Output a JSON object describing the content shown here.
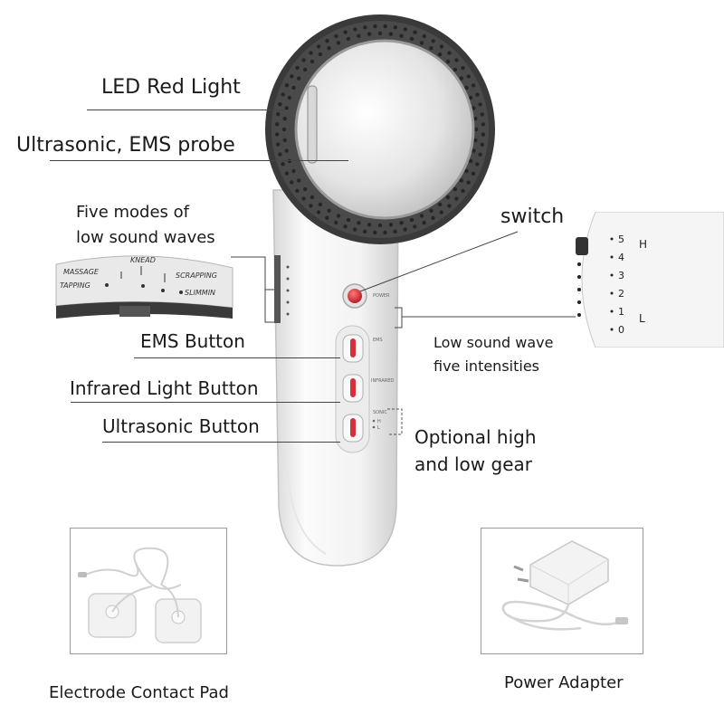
{
  "labels": {
    "led": "LED Red Light",
    "probe": "Ultrasonic, EMS probe",
    "modes_line1": "Five modes of",
    "modes_line2": "low sound waves",
    "switch": "switch",
    "ems_button": "EMS Button",
    "infrared_button": "Infrared Light Button",
    "ultrasonic_button": "Ultrasonic Button",
    "intensity_line1": "Low sound wave",
    "intensity_line2": "five intensities",
    "gear_line1": "Optional high",
    "gear_line2": "and low gear",
    "electrode": "Electrode Contact Pad",
    "adapter": "Power Adapter"
  },
  "mode_panel": {
    "massage": "MASSAGE",
    "knead": "KNEAD",
    "scrapping": "SCRAPPING",
    "tapping": "TAPPING",
    "slimming": "SLIMMIN"
  },
  "intensity_panel": {
    "levels": [
      "5",
      "4",
      "3",
      "2",
      "1",
      "0"
    ],
    "high": "H",
    "low": "L"
  },
  "device_text": {
    "power": "POWER",
    "ems": "EMS",
    "infrared": "INFRARED",
    "sonic": "SONIC",
    "sonic_h": "H",
    "sonic_l": "L"
  },
  "colors": {
    "button_red": "#d8303a",
    "ring_dark": "#3a3a3a",
    "body_white": "#f4f4f4"
  }
}
